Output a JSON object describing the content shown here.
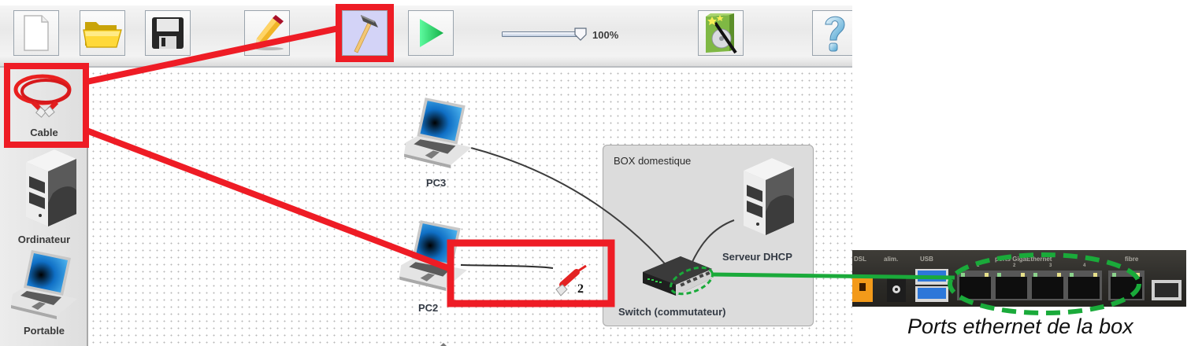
{
  "toolbar": {
    "buttons": [
      {
        "name": "new-file",
        "icon": "blank-page-icon",
        "active": false
      },
      {
        "name": "open-folder",
        "icon": "folder-icon",
        "active": false
      },
      {
        "name": "save",
        "icon": "floppy-disk-icon",
        "active": false
      },
      {
        "name": "edit-mode",
        "icon": "pencil-icon",
        "active": false
      },
      {
        "name": "build-mode",
        "icon": "hammer-icon",
        "active": true
      },
      {
        "name": "simulate",
        "icon": "play-icon",
        "active": false
      },
      {
        "name": "wizard",
        "icon": "magic-wand-icon",
        "active": false
      },
      {
        "name": "help",
        "icon": "question-mark-icon",
        "active": false
      }
    ],
    "zoom": {
      "value_percent": 100,
      "label": "100%"
    }
  },
  "sidebar": {
    "items": [
      {
        "label": "Cable",
        "icon": "ethernet-cable-icon",
        "highlighted": true
      },
      {
        "label": "Ordinateur",
        "icon": "computer-tower-icon",
        "highlighted": false
      },
      {
        "label": "Portable",
        "icon": "laptop-icon",
        "highlighted": false
      }
    ]
  },
  "canvas": {
    "nodes": [
      {
        "label": "PC3",
        "type": "laptop"
      },
      {
        "label": "PC2",
        "type": "laptop"
      },
      {
        "label": "Serveur DHCP",
        "type": "server"
      },
      {
        "label": "Switch (commutateur)",
        "type": "switch"
      }
    ],
    "group": {
      "title": "BOX domestique"
    },
    "pending_cable": {
      "count_label": "2"
    },
    "links": [
      {
        "from": "PC3",
        "to": "Switch (commutateur)"
      },
      {
        "from": "Serveur DHCP",
        "to": "Switch (commutateur)"
      },
      {
        "from": "PC2",
        "to": "pending-cable"
      }
    ]
  },
  "annotation": {
    "highlight_color": "#ee1c25",
    "port_highlight_color": "#1aaa3a",
    "photo_labels": [
      "DSL",
      "alim.",
      "USB",
      "ports GigaEthernet",
      "1",
      "2",
      "3",
      "4",
      "fibre"
    ],
    "caption": "Ports ethernet de la box"
  }
}
